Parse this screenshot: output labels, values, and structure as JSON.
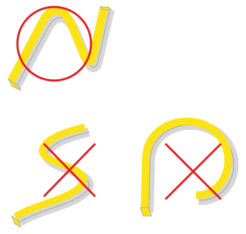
{
  "colors": {
    "strip_face": "#fbe315",
    "strip_side": "#ffffff",
    "strip_outline": "#a8a8a8",
    "strip_shadow": "#d6d6d6",
    "mark": "#e11b22",
    "background": "#ffffff"
  },
  "figures": [
    {
      "name": "wave-bend",
      "marker": "correct-circle"
    },
    {
      "name": "s-bend",
      "marker": "wrong-cross"
    },
    {
      "name": "p-loop-bend",
      "marker": "wrong-cross"
    }
  ]
}
